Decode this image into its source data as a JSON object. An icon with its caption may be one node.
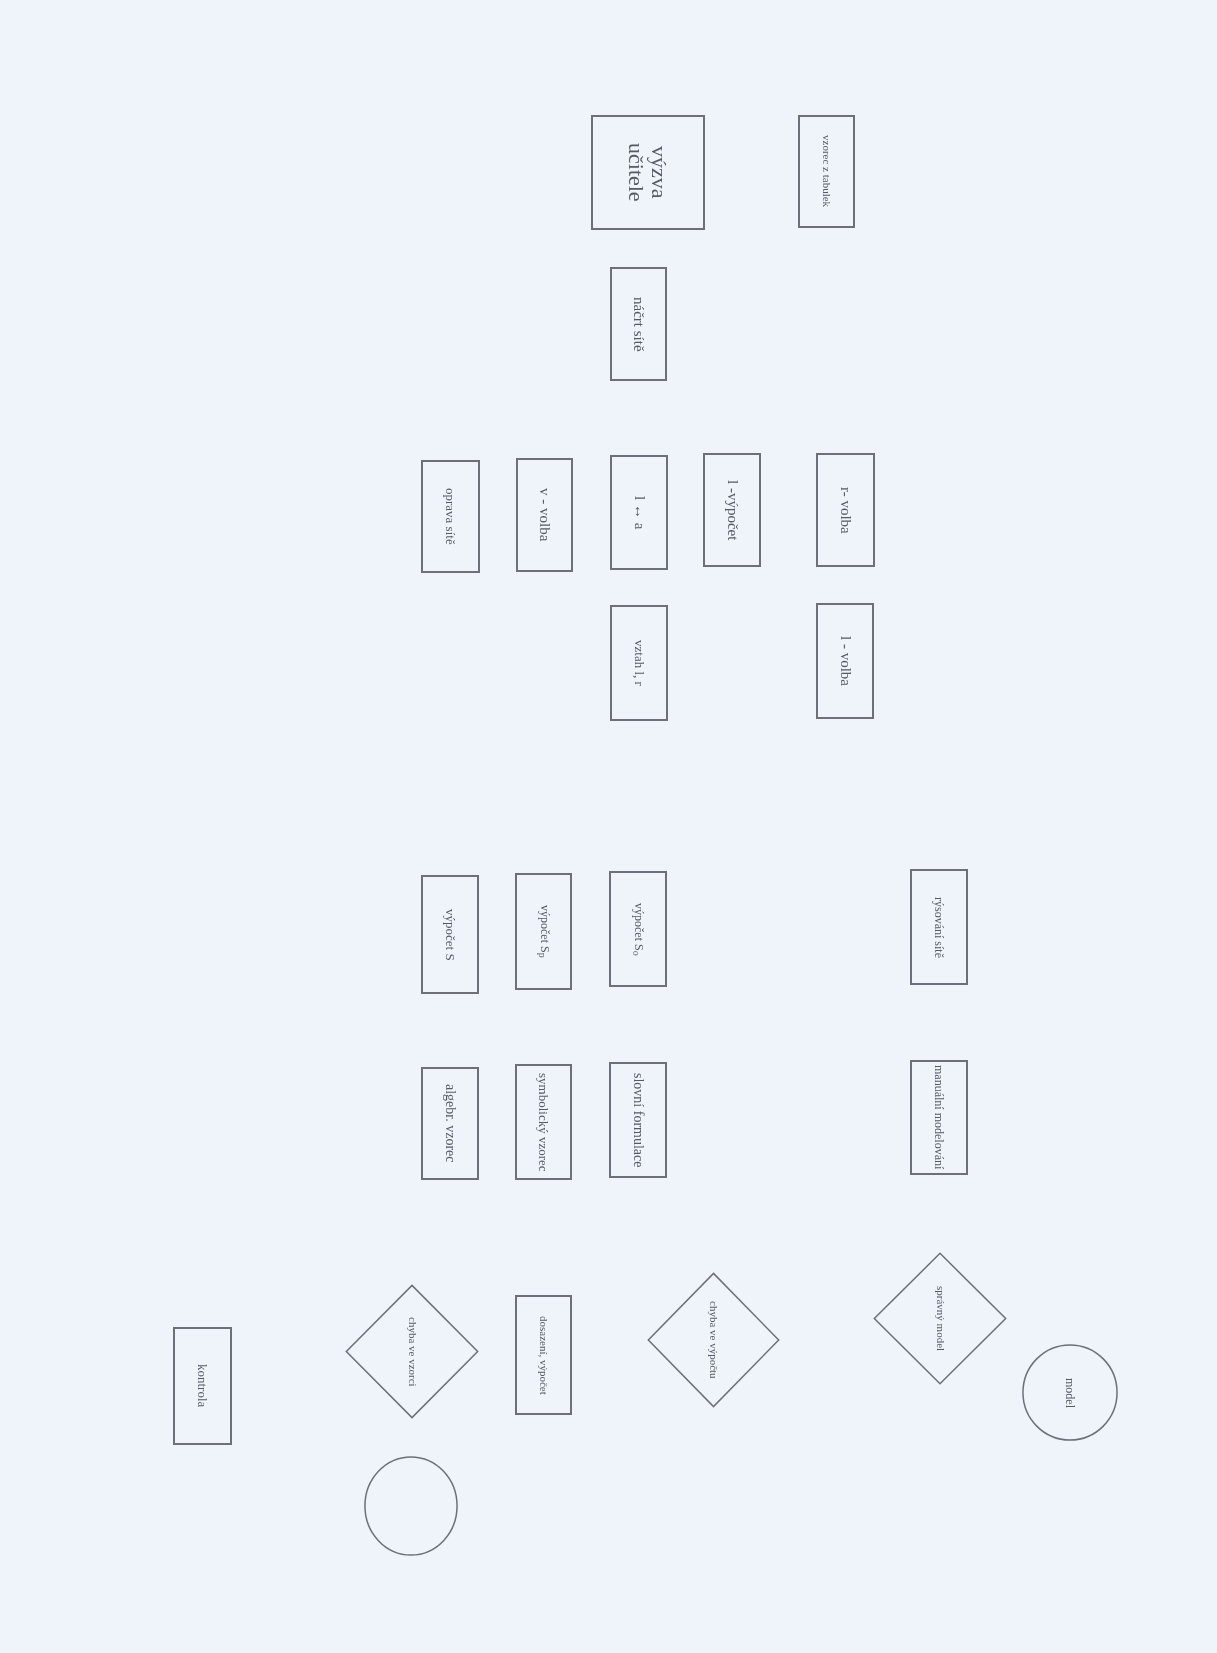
{
  "diagram": {
    "nodes": [
      {
        "text": [
          "výzva učitele"
        ]
      },
      {
        "text": [
          "vzorec z tabulek"
        ]
      },
      {
        "text": [
          "náčrt sítě"
        ]
      },
      {
        "text": [
          "oprava sítě"
        ]
      },
      {
        "text": [
          "v - volba"
        ]
      },
      {
        "text": [
          "l ↔ a"
        ]
      },
      {
        "text": [
          "l -výpočet"
        ]
      },
      {
        "text": [
          "r- volba"
        ]
      },
      {
        "text": [
          "vztah l, r"
        ]
      },
      {
        "text": [
          "l - volba"
        ]
      },
      {
        "text": [
          "výpočet S"
        ]
      },
      {
        "text": [
          "výpočet S$_{p}$"
        ]
      },
      {
        "text": [
          "výpočet S$_{o}$"
        ]
      },
      {
        "text": [
          "rýsování sítě"
        ]
      },
      {
        "text": [
          "algebr. vzorec"
        ]
      },
      {
        "text": [
          "symbolický vzorec"
        ]
      },
      {
        "text": [
          "slovní formulace"
        ]
      },
      {
        "text": [
          "manuální modelování"
        ]
      },
      {
        "text": [
          "chyba ve vzorci"
        ]
      },
      {
        "text": [
          "dosazení, výpočet"
        ]
      },
      {
        "text": [
          "chyba ve výpočtu"
        ]
      },
      {
        "text": [
          "správný model"
        ]
      },
      {
        "text": [
          "kontrola"
        ]
      },
      {
        "text": [],
        "shape": "circle"
      },
      {
        "text": [
          "model"
        ]
      }
    ]
  }
}
